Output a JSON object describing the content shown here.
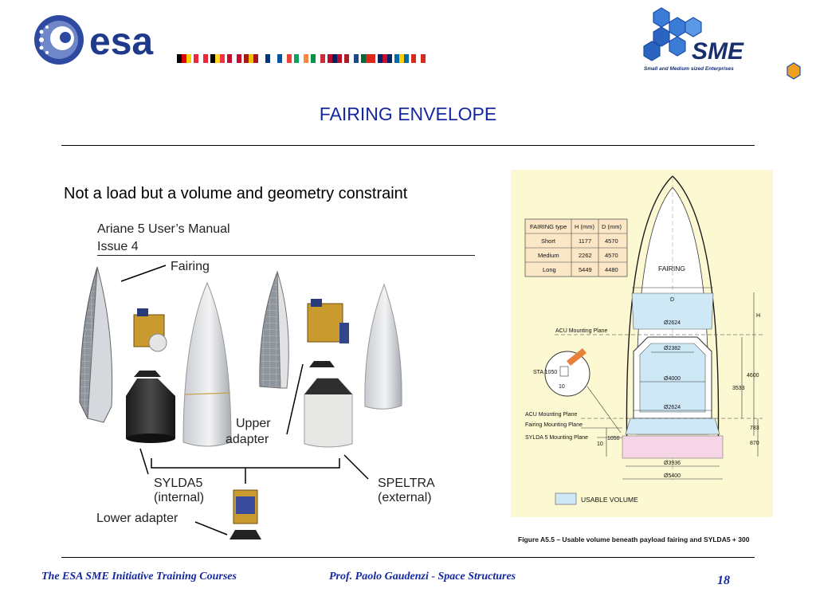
{
  "header": {
    "esa_logo_text": "esa",
    "sme_logo_text": "SME",
    "sme_tagline": "Small and Medium sized Enterprises",
    "flags": [
      {
        "name": "germany",
        "colors": [
          "#000000",
          "#dd0000",
          "#ffce00"
        ]
      },
      {
        "name": "austria",
        "colors": [
          "#ed2939",
          "#ffffff",
          "#ed2939"
        ]
      },
      {
        "name": "belgium",
        "colors": [
          "#000000",
          "#fdda24",
          "#ef3340"
        ]
      },
      {
        "name": "denmark",
        "colors": [
          "#c60c30",
          "#ffffff",
          "#c60c30"
        ]
      },
      {
        "name": "spain",
        "colors": [
          "#aa151b",
          "#f1bf00",
          "#aa151b"
        ]
      },
      {
        "name": "finland",
        "colors": [
          "#ffffff",
          "#003580",
          "#ffffff"
        ]
      },
      {
        "name": "france",
        "colors": [
          "#0055a4",
          "#ffffff",
          "#ef4135"
        ]
      },
      {
        "name": "ireland",
        "colors": [
          "#169b62",
          "#ffffff",
          "#ff883e"
        ]
      },
      {
        "name": "italy",
        "colors": [
          "#009246",
          "#ffffff",
          "#ce2b37"
        ]
      },
      {
        "name": "norway",
        "colors": [
          "#ba0c2f",
          "#00205b",
          "#ba0c2f"
        ]
      },
      {
        "name": "netherlands",
        "colors": [
          "#ae1c28",
          "#ffffff",
          "#21468b"
        ]
      },
      {
        "name": "portugal",
        "colors": [
          "#046a38",
          "#da291c",
          "#da291c"
        ]
      },
      {
        "name": "uk",
        "colors": [
          "#012169",
          "#c8102e",
          "#012169"
        ]
      },
      {
        "name": "sweden",
        "colors": [
          "#006aa7",
          "#fecc00",
          "#006aa7"
        ]
      },
      {
        "name": "switzerland",
        "colors": [
          "#d52b1e",
          "#ffffff",
          "#d52b1e"
        ]
      }
    ]
  },
  "slide": {
    "title": "FAIRING ENVELOPE",
    "subtitle": "Not a load but a volume and geometry constraint"
  },
  "left_figure": {
    "manual_title": "Ariane 5 User’s Manual",
    "manual_issue": "Issue 4",
    "labels": {
      "fairing": "Fairing",
      "upper_adapter_1": "Upper",
      "upper_adapter_2": "adapter",
      "sylda5_1": "SYLDA5",
      "sylda5_2": "(internal)",
      "speltra_1": "SPELTRA",
      "speltra_2": "(external)",
      "lower_adapter": "Lower adapter"
    }
  },
  "right_figure": {
    "table": {
      "headers": [
        "FAIRING type",
        "H (mm)",
        "D (mm)"
      ],
      "rows": [
        [
          "Short",
          "1177",
          "4570"
        ],
        [
          "Medium",
          "2262",
          "4570"
        ],
        [
          "Long",
          "5449",
          "4480"
        ]
      ]
    },
    "labels": {
      "fairing": "FAIRING",
      "d": "D",
      "h": "H",
      "d2624_top": "Ø2624",
      "acu_plane_top": "ACU Mounting Plane",
      "d2382": "Ø2382",
      "sta": "STA 1050",
      "ten": "10",
      "d4000": "Ø4000",
      "v4600": "4600",
      "v3533": "3533",
      "d2624_bottom": "Ø2624",
      "acu_plane_bottom": "ACU Mounting Plane",
      "fairing_plane": "Fairing Mounting Plane",
      "sylda_plane": "SYLDA 5 Mounting Plane",
      "ten_b": "10",
      "v1050": "1050",
      "v783": "783",
      "v870": "870",
      "d3936": "Ø3936",
      "d5400": "Ø5400",
      "legend": "USABLE VOLUME"
    },
    "caption": "Figure A5.5 – Usable volume beneath payload fairing and SYLDA5 + 300"
  },
  "footer": {
    "left": "The ESA SME Initiative Training Courses",
    "center": "Prof. Paolo Gaudenzi  -  Space Structures",
    "page": "18"
  },
  "colors": {
    "title_blue": "#1428a0",
    "esa_blue": "#1f3a8a",
    "usable_volume": "#cfe8f5",
    "pink_zone": "#f6d6e6",
    "panel_bg": "#fcf8d2"
  }
}
